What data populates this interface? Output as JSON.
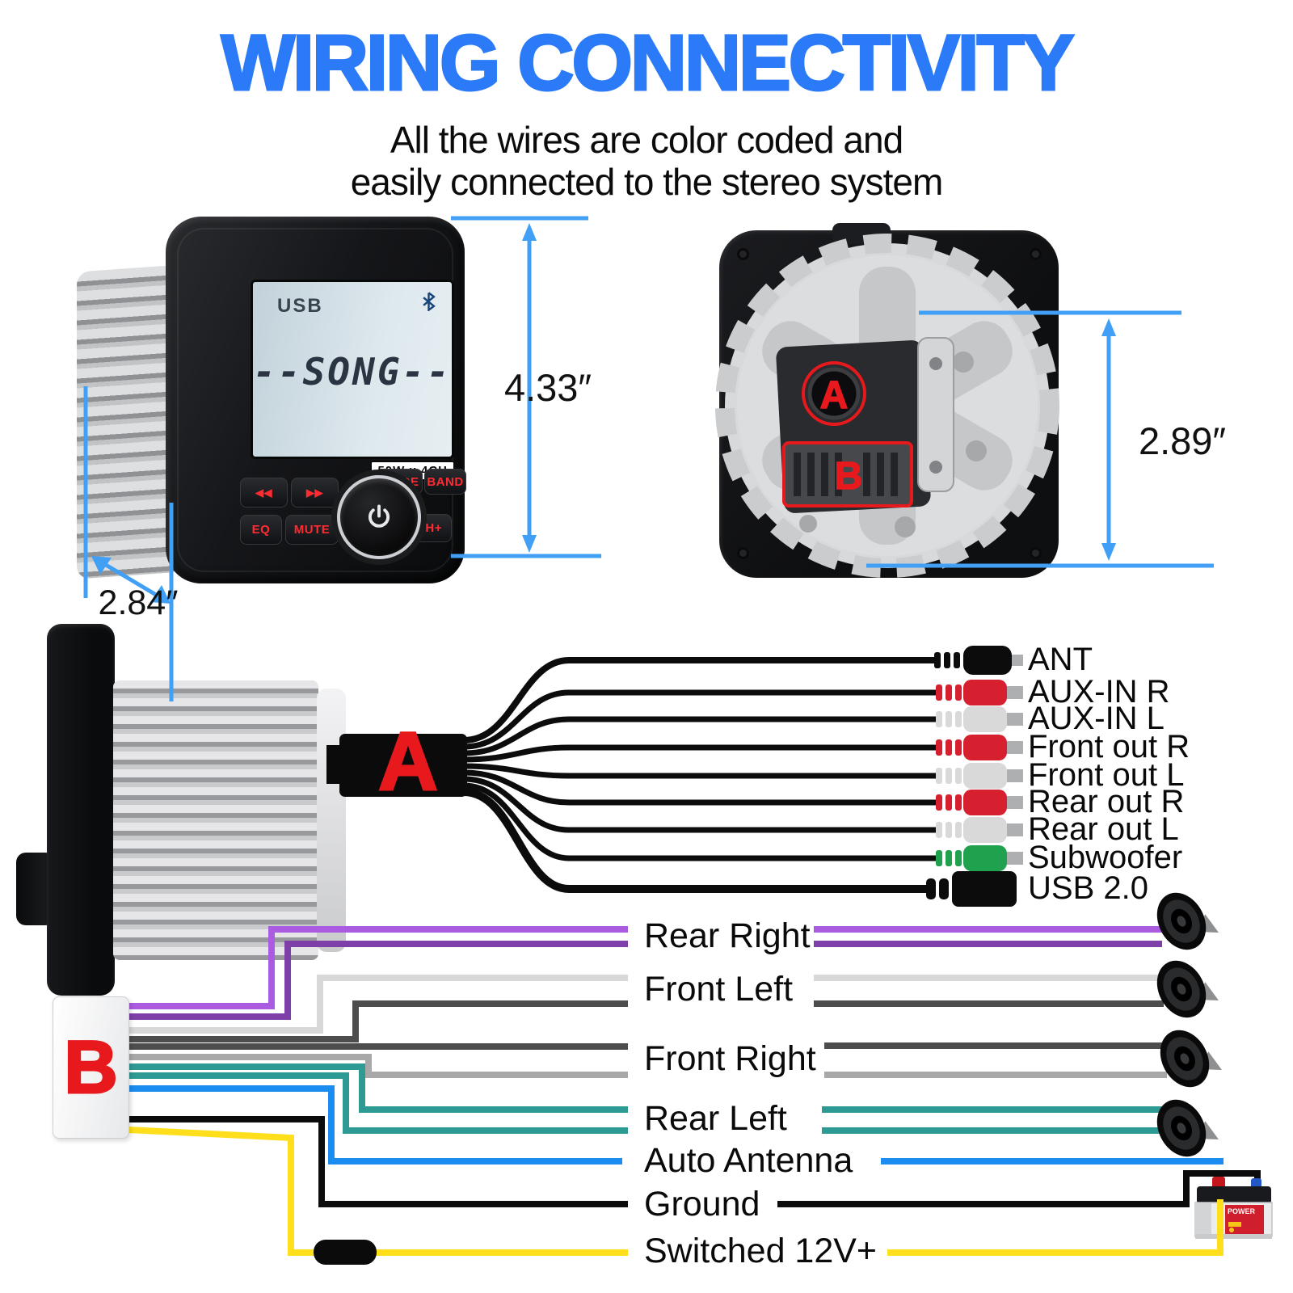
{
  "title": "WIRING CONNECTIVITY",
  "subtitle_line1": "All the wires are color coded and",
  "subtitle_line2": "easily connected to the stereo system",
  "dimensions": {
    "height": "4.33″",
    "depth": "2.84″",
    "back_height": "2.89″"
  },
  "front_unit": {
    "display_source": "USB",
    "display_song": "--SONG--",
    "badge": "50W x 4CH",
    "buttons": {
      "prev": "◀◀",
      "next": "▶▶",
      "eq": "EQ",
      "mute": "MUTE",
      "mode": "MODE",
      "band": "BAND",
      "ch_plus": "CH+"
    }
  },
  "connectors": {
    "a_label": "A",
    "b_label": "B"
  },
  "a_harness": {
    "items": [
      {
        "label": "ANT",
        "plug": "black antenna plug"
      },
      {
        "label": "AUX-IN R",
        "plug": "red RCA"
      },
      {
        "label": "AUX-IN L",
        "plug": "white RCA"
      },
      {
        "label": "Front out R",
        "plug": "red RCA"
      },
      {
        "label": "Front out L",
        "plug": "white RCA"
      },
      {
        "label": "Rear out R",
        "plug": "red RCA"
      },
      {
        "label": "Rear out L",
        "plug": "white RCA"
      },
      {
        "label": "Subwoofer",
        "plug": "green RCA"
      },
      {
        "label": "USB 2.0",
        "plug": "black USB plug"
      }
    ]
  },
  "b_harness": {
    "rows": [
      {
        "label": "Rear Right",
        "wires": [
          "#ab5be0",
          "#7e3fa8"
        ],
        "to": "speaker"
      },
      {
        "label": "Front Left",
        "wires": [
          "#d8d8d8",
          "#4d4d4d"
        ],
        "to": "speaker"
      },
      {
        "label": "Front Right",
        "wires": [
          "#4d4d4d",
          "#a8a8a8"
        ],
        "to": "speaker"
      },
      {
        "label": "Rear Left",
        "wires": [
          "#2e9a94",
          "#2e9a94"
        ],
        "to": "speaker"
      },
      {
        "label": "Auto Antenna",
        "wires": [
          "#1b8cf0"
        ],
        "to": ""
      },
      {
        "label": "Ground",
        "wires": [
          "#0c0c0c"
        ],
        "to": "battery"
      },
      {
        "label": "Switched 12V+",
        "wires": [
          "#ffdf1b"
        ],
        "to": "battery"
      }
    ]
  },
  "battery": {
    "label": "POWER"
  },
  "colors": {
    "title_blue": "#2b7af7",
    "dimension_blue": "#41a0f5",
    "label_red": "#e8191c",
    "button_red": "#ff2b33",
    "wire_purple_bright": "#ab5be0",
    "wire_purple_dark": "#7e3fa8",
    "wire_light_gray": "#d8d8d8",
    "wire_dark_gray": "#4d4d4d",
    "wire_gray": "#a8a8a8",
    "wire_teal": "#2e9a94",
    "wire_blue": "#1b8cf0",
    "wire_black": "#0c0c0c",
    "wire_yellow": "#ffdf1b",
    "rca_red": "#d6202f",
    "rca_white": "#d9d9d9",
    "rca_green": "#1fa14e"
  }
}
